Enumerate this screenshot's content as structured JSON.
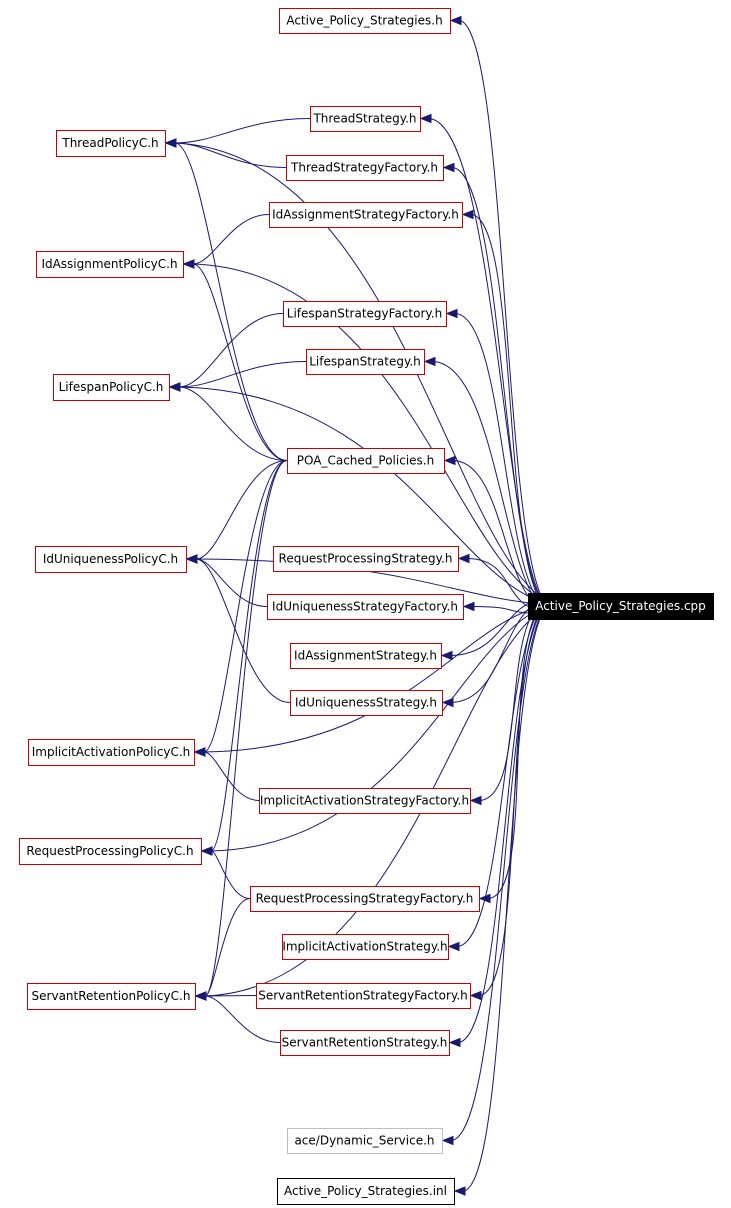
{
  "root": {
    "label": "Active_Policy_Strategies.cpp",
    "color": "#000000"
  },
  "colors": {
    "edge": "#191970",
    "documented_border": "#cc0000",
    "external_border": "#bfbfbf",
    "undocumented_border": "#000000"
  },
  "nodes": [
    {
      "id": "active_policy_strategies_h",
      "label": "Active_Policy_Strategies.h",
      "kind": "documented"
    },
    {
      "id": "thread_strategy_h",
      "label": "ThreadStrategy.h",
      "kind": "documented"
    },
    {
      "id": "thread_policy_c_h",
      "label": "ThreadPolicyC.h",
      "kind": "documented"
    },
    {
      "id": "thread_strategy_factory_h",
      "label": "ThreadStrategyFactory.h",
      "kind": "documented"
    },
    {
      "id": "id_assignment_strategy_factory_h",
      "label": "IdAssignmentStrategyFactory.h",
      "kind": "documented"
    },
    {
      "id": "id_assignment_policy_c_h",
      "label": "IdAssignmentPolicyC.h",
      "kind": "documented"
    },
    {
      "id": "lifespan_strategy_factory_h",
      "label": "LifespanStrategyFactory.h",
      "kind": "documented"
    },
    {
      "id": "lifespan_strategy_h",
      "label": "LifespanStrategy.h",
      "kind": "documented"
    },
    {
      "id": "lifespan_policy_c_h",
      "label": "LifespanPolicyC.h",
      "kind": "documented"
    },
    {
      "id": "poa_cached_policies_h",
      "label": "POA_Cached_Policies.h",
      "kind": "documented"
    },
    {
      "id": "id_uniqueness_policy_c_h",
      "label": "IdUniquenessPolicyC.h",
      "kind": "documented"
    },
    {
      "id": "request_processing_strategy_h",
      "label": "RequestProcessingStrategy.h",
      "kind": "documented"
    },
    {
      "id": "id_uniqueness_strategy_factory_h",
      "label": "IdUniquenessStrategyFactory.h",
      "kind": "documented"
    },
    {
      "id": "id_assignment_strategy_h",
      "label": "IdAssignmentStrategy.h",
      "kind": "documented"
    },
    {
      "id": "id_uniqueness_strategy_h",
      "label": "IdUniquenessStrategy.h",
      "kind": "documented"
    },
    {
      "id": "implicit_activation_policy_c_h",
      "label": "ImplicitActivationPolicyC.h",
      "kind": "documented"
    },
    {
      "id": "implicit_activation_strategy_factory_h",
      "label": "ImplicitActivationStrategyFactory.h",
      "kind": "documented"
    },
    {
      "id": "request_processing_policy_c_h",
      "label": "RequestProcessingPolicyC.h",
      "kind": "documented"
    },
    {
      "id": "request_processing_strategy_factory_h",
      "label": "RequestProcessingStrategyFactory.h",
      "kind": "documented"
    },
    {
      "id": "implicit_activation_strategy_h",
      "label": "ImplicitActivationStrategy.h",
      "kind": "documented"
    },
    {
      "id": "servant_retention_policy_c_h",
      "label": "ServantRetentionPolicyC.h",
      "kind": "documented"
    },
    {
      "id": "servant_retention_strategy_factory_h",
      "label": "ServantRetentionStrategyFactory.h",
      "kind": "documented"
    },
    {
      "id": "servant_retention_strategy_h",
      "label": "ServantRetentionStrategy.h",
      "kind": "documented"
    },
    {
      "id": "ace_dynamic_service_h",
      "label": "ace/Dynamic_Service.h",
      "kind": "external"
    },
    {
      "id": "active_policy_strategies_inl",
      "label": "Active_Policy_Strategies.inl",
      "kind": "undocumented"
    }
  ],
  "edges": [
    {
      "from": "root",
      "to": "active_policy_strategies_h"
    },
    {
      "from": "root",
      "to": "thread_strategy_h"
    },
    {
      "from": "root",
      "to": "thread_strategy_factory_h"
    },
    {
      "from": "root",
      "to": "id_assignment_strategy_factory_h"
    },
    {
      "from": "root",
      "to": "lifespan_strategy_factory_h"
    },
    {
      "from": "root",
      "to": "lifespan_strategy_h"
    },
    {
      "from": "root",
      "to": "poa_cached_policies_h"
    },
    {
      "from": "root",
      "to": "request_processing_strategy_h"
    },
    {
      "from": "root",
      "to": "id_uniqueness_strategy_factory_h"
    },
    {
      "from": "root",
      "to": "id_assignment_strategy_h"
    },
    {
      "from": "root",
      "to": "id_uniqueness_strategy_h"
    },
    {
      "from": "root",
      "to": "implicit_activation_strategy_factory_h"
    },
    {
      "from": "root",
      "to": "request_processing_strategy_factory_h"
    },
    {
      "from": "root",
      "to": "implicit_activation_strategy_h"
    },
    {
      "from": "root",
      "to": "servant_retention_strategy_factory_h"
    },
    {
      "from": "root",
      "to": "servant_retention_strategy_h"
    },
    {
      "from": "root",
      "to": "ace_dynamic_service_h"
    },
    {
      "from": "root",
      "to": "active_policy_strategies_inl"
    },
    {
      "from": "root",
      "to": "thread_policy_c_h"
    },
    {
      "from": "root",
      "to": "id_assignment_policy_c_h"
    },
    {
      "from": "root",
      "to": "lifespan_policy_c_h"
    },
    {
      "from": "root",
      "to": "id_uniqueness_policy_c_h"
    },
    {
      "from": "root",
      "to": "implicit_activation_policy_c_h"
    },
    {
      "from": "root",
      "to": "request_processing_policy_c_h"
    },
    {
      "from": "root",
      "to": "servant_retention_policy_c_h"
    },
    {
      "from": "thread_strategy_h",
      "to": "thread_policy_c_h"
    },
    {
      "from": "thread_strategy_factory_h",
      "to": "thread_policy_c_h"
    },
    {
      "from": "poa_cached_policies_h",
      "to": "thread_policy_c_h"
    },
    {
      "from": "id_assignment_strategy_factory_h",
      "to": "id_assignment_policy_c_h"
    },
    {
      "from": "poa_cached_policies_h",
      "to": "id_assignment_policy_c_h"
    },
    {
      "from": "lifespan_strategy_factory_h",
      "to": "lifespan_policy_c_h"
    },
    {
      "from": "lifespan_strategy_h",
      "to": "lifespan_policy_c_h"
    },
    {
      "from": "poa_cached_policies_h",
      "to": "lifespan_policy_c_h"
    },
    {
      "from": "poa_cached_policies_h",
      "to": "id_uniqueness_policy_c_h"
    },
    {
      "from": "id_uniqueness_strategy_factory_h",
      "to": "id_uniqueness_policy_c_h"
    },
    {
      "from": "id_uniqueness_strategy_h",
      "to": "id_uniqueness_policy_c_h"
    },
    {
      "from": "poa_cached_policies_h",
      "to": "implicit_activation_policy_c_h"
    },
    {
      "from": "implicit_activation_strategy_factory_h",
      "to": "implicit_activation_policy_c_h"
    },
    {
      "from": "poa_cached_policies_h",
      "to": "request_processing_policy_c_h"
    },
    {
      "from": "request_processing_strategy_factory_h",
      "to": "request_processing_policy_c_h"
    },
    {
      "from": "poa_cached_policies_h",
      "to": "servant_retention_policy_c_h"
    },
    {
      "from": "request_processing_strategy_factory_h",
      "to": "servant_retention_policy_c_h"
    },
    {
      "from": "servant_retention_strategy_factory_h",
      "to": "servant_retention_policy_c_h"
    },
    {
      "from": "servant_retention_strategy_h",
      "to": "servant_retention_policy_c_h"
    }
  ]
}
